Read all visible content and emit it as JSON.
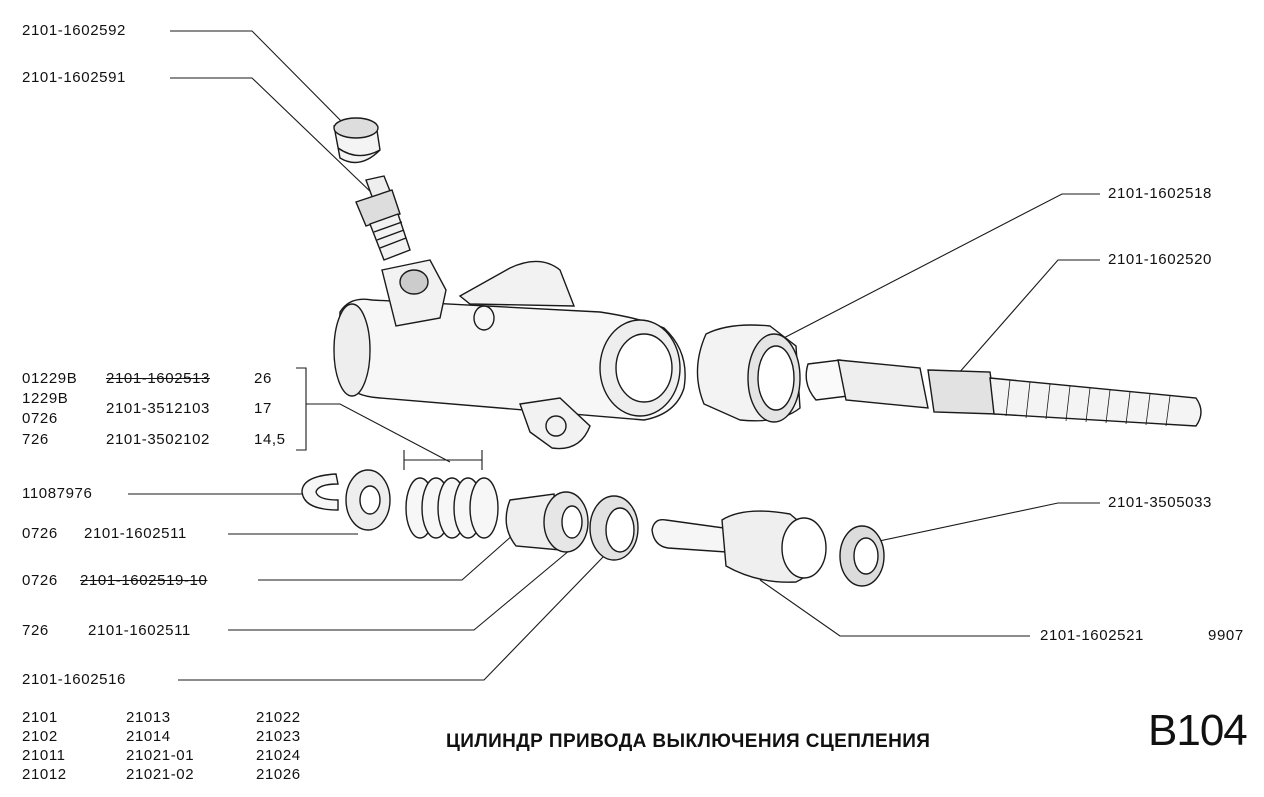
{
  "callouts": {
    "p2592": "2101-1602592",
    "p2591": "2101-1602591",
    "p2518": "2101-1602518",
    "p2520": "2101-1602520",
    "p3505033": "2101-3505033",
    "p2521": "2101-1602521",
    "p2521_code": "9907",
    "p11087976": "11087976",
    "p0726_2511_code": "0726",
    "p0726_2511_part": "2101-1602511",
    "p0726_2519_code": "0726",
    "p0726_2519_part": "2101-1602519-10",
    "p726_2511_code": "726",
    "p726_2511_part": "2101-1602511",
    "p2516": "2101-1602516"
  },
  "spring_table": {
    "rows": [
      {
        "code": "01229B",
        "part": "2101-1602513",
        "value": "26"
      },
      {
        "code": "1229B",
        "part": "",
        "value": ""
      },
      {
        "code": "0726",
        "part": "2101-3512103",
        "value": "17"
      },
      {
        "code": "726",
        "part": "2101-3502102",
        "value": "14,5"
      }
    ]
  },
  "models": {
    "col1": [
      "2101",
      "2102",
      "21011",
      "21012"
    ],
    "col2": [
      "21013",
      "21014",
      "21021-01",
      "21021-02"
    ],
    "col3": [
      "21022",
      "21023",
      "21024",
      "21026"
    ]
  },
  "title": "ЦИЛИНДР ПРИВОДА ВЫКЛЮЧЕНИЯ СЦЕПЛЕНИЯ",
  "page_code": "B104"
}
